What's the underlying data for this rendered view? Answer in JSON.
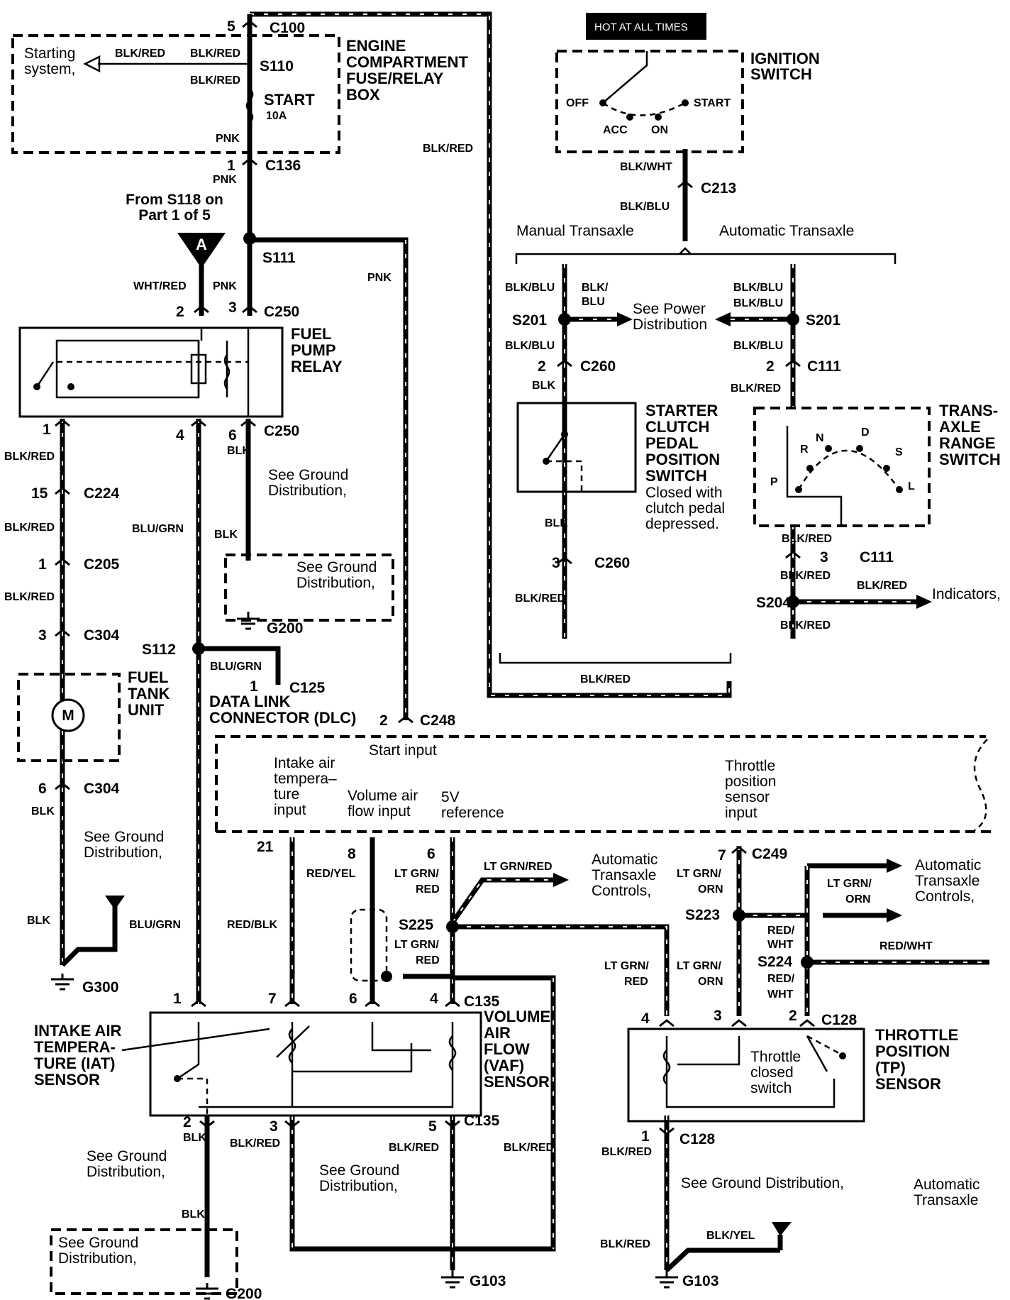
{
  "labels": {
    "hot_at_all_times": "HOT AT ALL TIMES",
    "ignition_switch": [
      "IGNITION",
      "SWITCH"
    ],
    "sw_off": "OFF",
    "sw_acc": "ACC",
    "sw_on": "ON",
    "sw_start": "START",
    "engine_box": [
      "ENGINE",
      "COMPARTMENT",
      "FUSE/RELAY",
      "BOX"
    ],
    "starting_system": [
      "Starting",
      "system,"
    ],
    "fuse_start": "START",
    "fuse_amp": "10A",
    "from_s118": [
      "From S118 on",
      "Part 1 of 5"
    ],
    "ref_a": "A",
    "fuel_pump_relay": [
      "FUEL",
      "PUMP",
      "RELAY"
    ],
    "see_ground": [
      "See Ground",
      "Distribution,"
    ],
    "fuel_tank_unit": [
      "FUEL",
      "TANK",
      "UNIT"
    ],
    "motor": "M",
    "dlc": [
      "DATA LINK",
      "CONNECTOR (DLC)"
    ],
    "manual_transaxle": "Manual Transaxle",
    "automatic_transaxle": "Automatic Transaxle",
    "see_power": [
      "See Power",
      "Distribution"
    ],
    "starter_clutch": [
      "STARTER",
      "CLUTCH",
      "PEDAL",
      "POSITION",
      "SWITCH"
    ],
    "clutch_note": [
      "Closed with",
      "clutch pedal",
      "depressed."
    ],
    "trans_range": [
      "TRANS-",
      "AXLE",
      "RANGE",
      "SWITCH"
    ],
    "range_r": "R",
    "range_n": "N",
    "range_d": "D",
    "range_s": "S",
    "range_l": "L",
    "range_p": "P",
    "indicators": "Indicators,",
    "ecm_start_input": "Start input",
    "ecm_iat_input": [
      "Intake air",
      "tempera–",
      "ture",
      "input"
    ],
    "ecm_vaf_input": [
      "Volume air",
      "flow input"
    ],
    "ecm_5v": [
      "5V",
      "reference"
    ],
    "ecm_tps_input": [
      "Throttle",
      "position",
      "sensor",
      "input"
    ],
    "at_controls": [
      "Automatic",
      "Transaxle",
      "Controls,"
    ],
    "iat_sensor": [
      "INTAKE AIR",
      "TEMPERA-",
      "TURE (IAT)",
      "SENSOR"
    ],
    "vaf_sensor": [
      "VOLUME",
      "AIR",
      "FLOW",
      "(VAF)",
      "SENSOR"
    ],
    "tp_sensor": [
      "THROTTLE",
      "POSITION",
      "(TP)",
      "SENSOR"
    ],
    "throttle_closed": [
      "Throttle",
      "closed",
      "switch"
    ],
    "see_ground_one_line": "See Ground Distribution,",
    "automatic_transaxle_2": [
      "Automatic",
      "Transaxle"
    ]
  },
  "connectors": {
    "c100": "C100",
    "c136": "C136",
    "c250": "C250",
    "c224": "C224",
    "c205": "C205",
    "c304": "C304",
    "c125": "C125",
    "c248": "C248",
    "c213": "C213",
    "c260": "C260",
    "c111": "C111",
    "c249": "C249",
    "c135": "C135",
    "c128": "C128"
  },
  "splices": {
    "s110": "S110",
    "s111": "S111",
    "s112": "S112",
    "s201": "S201",
    "s204": "S204",
    "s225": "S225",
    "s223": "S223",
    "s224": "S224"
  },
  "grounds": {
    "g200": "G200",
    "g300": "G300",
    "g103": "G103"
  },
  "pins": {
    "p1": "1",
    "p2": "2",
    "p3": "3",
    "p4": "4",
    "p5": "5",
    "p6": "6",
    "p7": "7",
    "p8": "8",
    "p15": "15",
    "p21": "21"
  },
  "wires": {
    "blk_red": "BLK/RED",
    "pnk": "PNK",
    "wht_red": "WHT/RED",
    "blk": "BLK",
    "blu_grn": "BLU/GRN",
    "blk_wht": "BLK/WHT",
    "blk_blu": "BLK/BLU",
    "blk_slash": "BLK/",
    "blu": "BLU",
    "red_yel": "RED/YEL",
    "red_blk": "RED/BLK",
    "lt_grn_slash": "LT GRN/",
    "red": "RED",
    "lt_grn_red": "LT GRN/RED",
    "orn": "ORN",
    "red_slash": "RED/",
    "wht": "WHT",
    "red_wht": "RED/WHT",
    "blk_yel": "BLK/YEL"
  }
}
